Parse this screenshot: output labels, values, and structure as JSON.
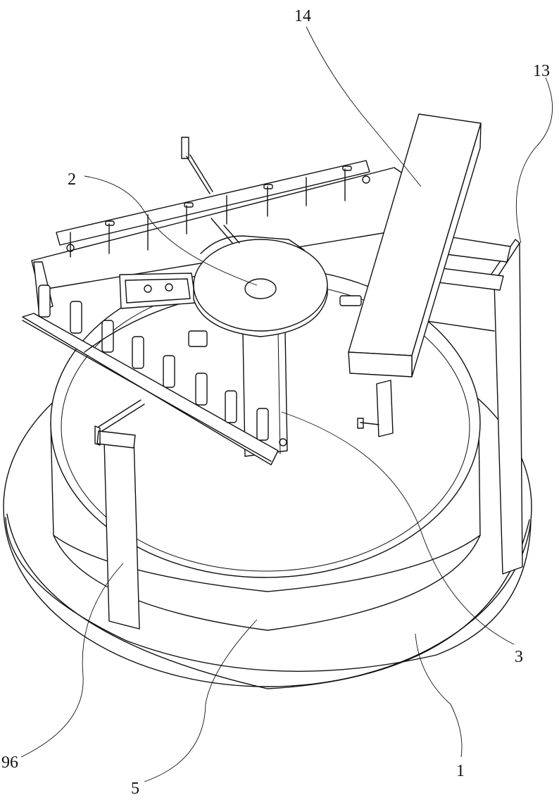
{
  "labels": {
    "part_1": "1",
    "part_2": "2",
    "part_3": "3",
    "part_5": "5",
    "part_13": "13",
    "part_14": "14",
    "part_96": "96"
  },
  "colors": {
    "line": "#111111",
    "background": "#ffffff"
  }
}
